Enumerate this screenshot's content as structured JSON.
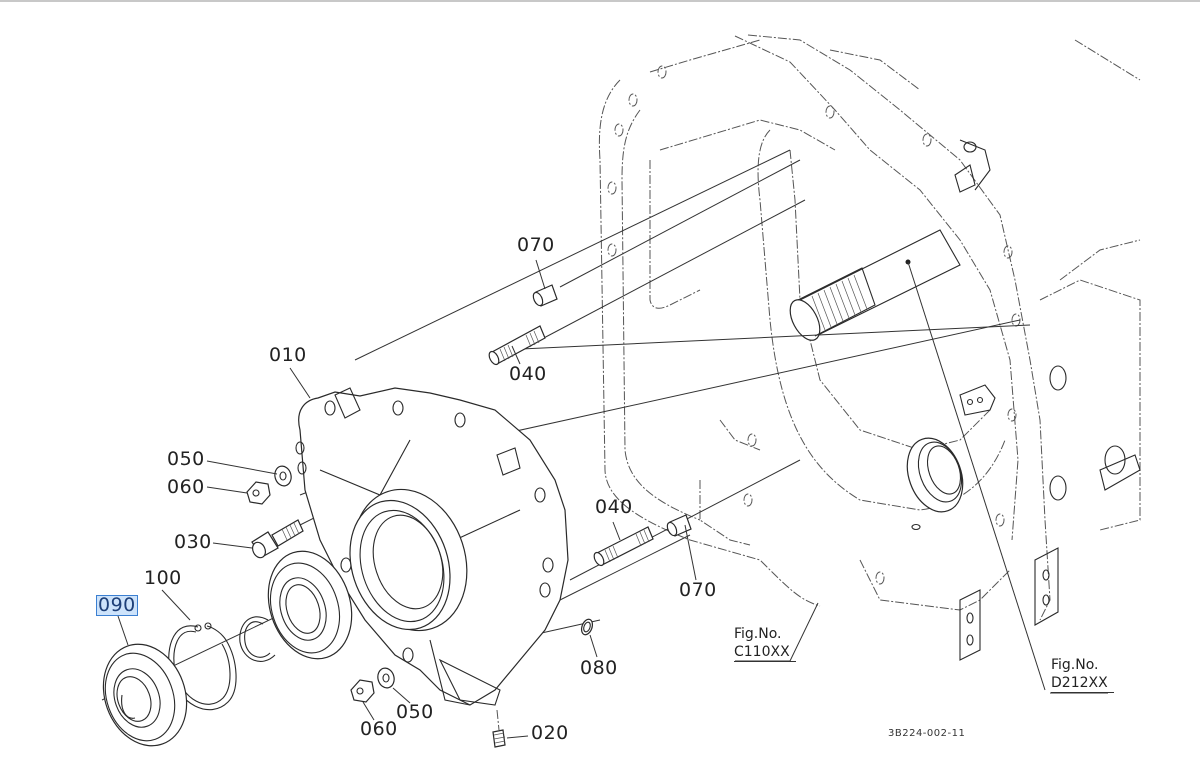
{
  "diagram": {
    "title": "Transmission case cover exploded parts view",
    "drawing_code": "3B224-002-11",
    "selected_part": "090",
    "highlight_color": "#cde3fb",
    "highlight_border_color": "#3b7fd1",
    "line_color": "#333333",
    "callouts": [
      {
        "id": "p070a",
        "label": "070",
        "part": "pin"
      },
      {
        "id": "p040a",
        "label": "040",
        "part": "stud bolt"
      },
      {
        "id": "p010",
        "label": "010",
        "part": "case cover"
      },
      {
        "id": "p050a",
        "label": "050",
        "part": "spring washer"
      },
      {
        "id": "p060a",
        "label": "060",
        "part": "nut"
      },
      {
        "id": "p030",
        "label": "030",
        "part": "bolt"
      },
      {
        "id": "p100",
        "label": "100",
        "part": "internal snap ring"
      },
      {
        "id": "p090",
        "label": "090",
        "part": "oil seal"
      },
      {
        "id": "p040b",
        "label": "040",
        "part": "stud bolt"
      },
      {
        "id": "p070b",
        "label": "070",
        "part": "pin"
      },
      {
        "id": "p080",
        "label": "080",
        "part": "o-ring"
      },
      {
        "id": "p050b",
        "label": "050",
        "part": "spring washer"
      },
      {
        "id": "p060b",
        "label": "060",
        "part": "nut"
      },
      {
        "id": "p020",
        "label": "020",
        "part": "plug"
      }
    ],
    "figure_refs": [
      {
        "id": "figC",
        "line1": "Fig.No.",
        "line2": "C110XX"
      },
      {
        "id": "figD",
        "line1": "Fig.No.",
        "line2": "D212XX"
      }
    ]
  }
}
